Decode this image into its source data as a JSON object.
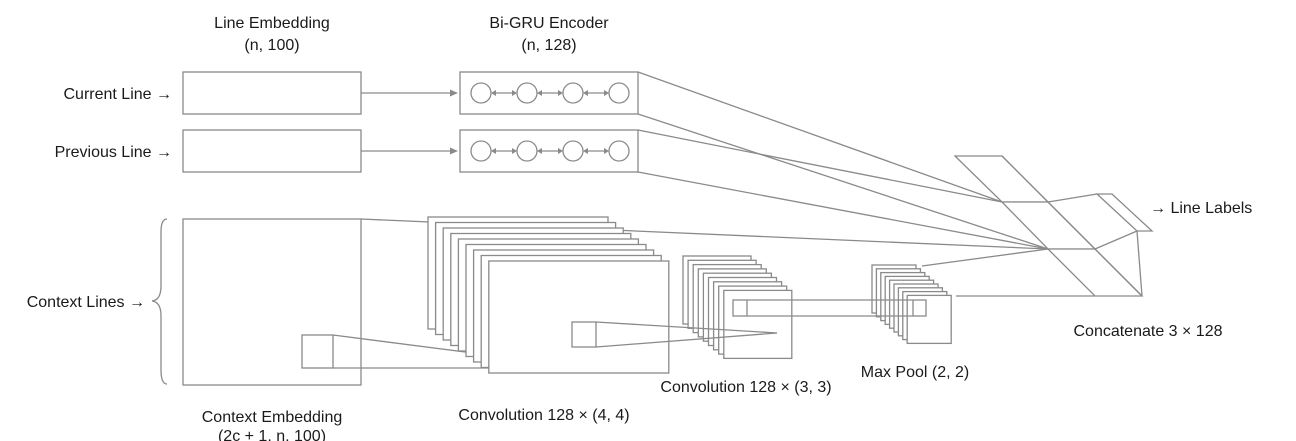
{
  "labels": {
    "line_embedding_title": "Line Embedding",
    "line_embedding_dims": "(n, 100)",
    "encoder_title": "Bi-GRU Encoder",
    "encoder_dims": "(n, 128)",
    "current_line": "Current Line →",
    "previous_line": "Previous Line →",
    "context_lines": "Context Lines →",
    "context_embedding_title": "Context Embedding",
    "context_embedding_dims": "(2c + 1, n, 100)",
    "conv1": "Convolution 128 × (4, 4)",
    "conv2": "Convolution 128 × (3, 3)",
    "maxpool": "Max Pool (2, 2)",
    "concatenate": "Concatenate 3 × 128",
    "line_labels": "→ Line Labels"
  },
  "colors": {
    "stroke": "#8a8a8a",
    "text": "#1a1a1a"
  }
}
